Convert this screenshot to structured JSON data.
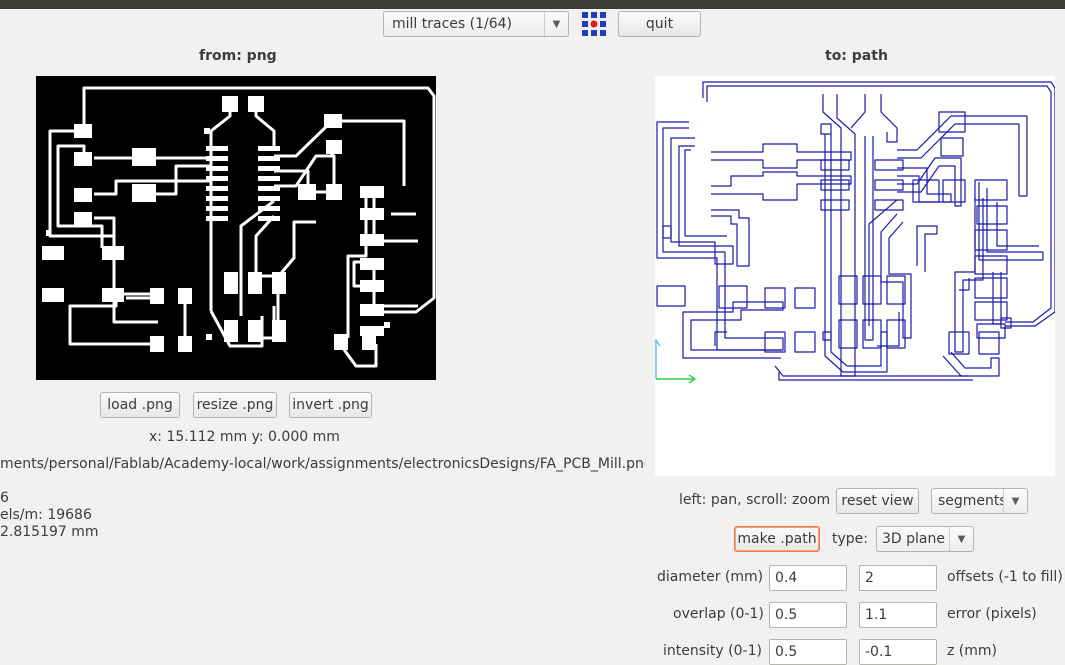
{
  "app": {
    "program_select": "mill traces (1/64)",
    "quit_label": "quit",
    "logo_icon": "grid-dots-icon"
  },
  "left": {
    "title": "from: png",
    "load_label": "load .png",
    "resize_label": "resize .png",
    "invert_label": "invert .png",
    "coords": "x: 15.112 mm  y: 0.000 mm",
    "file_path": "ments/personal/Fablab/Academy-local/work/assignments/electronicsDesigns/FA_PCB_Mill.png",
    "info_1": "6",
    "info_2": "els/m: 19686",
    "info_3": "2.815197 mm"
  },
  "right": {
    "title": "to: path",
    "nav_hint": "left: pan, scroll: zoom",
    "reset_label": "reset view",
    "view_select": "segments",
    "make_path_label": "make .path",
    "type_label": "type:",
    "type_select": "3D plane",
    "params": [
      {
        "label": "diameter (mm)",
        "value": "0.4",
        "value2": "2",
        "label2": "offsets (-1 to fill)"
      },
      {
        "label": "overlap (0-1)",
        "value": "0.5",
        "value2": "1.1",
        "label2": "error (pixels)"
      },
      {
        "label": "intensity (0-1)",
        "value": "0.5",
        "value2": "-0.1",
        "label2": "z (mm)"
      }
    ]
  },
  "colors": {
    "toolpath": "#1a1aa8",
    "axis_x": "#2ecc40",
    "axis_y": "#5bc0de",
    "logo_blue": "#1d3fbf",
    "logo_red": "#e01b1b"
  }
}
